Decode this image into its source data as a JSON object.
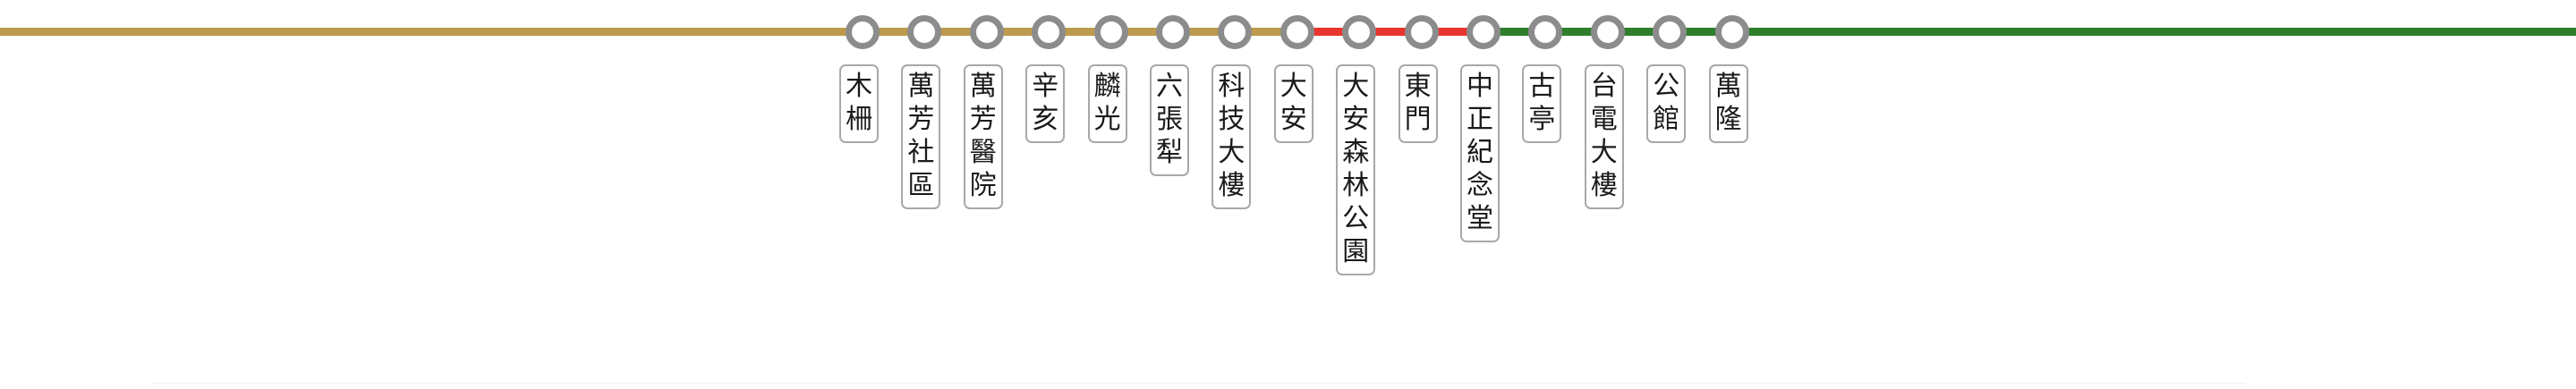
{
  "colors": {
    "wenhu_line": "#BD9A4D",
    "bannan_line": "#E8352C",
    "songshan_xindian_line": "#2F7E2C",
    "station_ring": "#8C8C8C",
    "label_border": "#A8A8A8"
  },
  "segments": [
    {
      "line": "wenhu_line",
      "from": "start",
      "to": 9
    },
    {
      "line": "bannan_line",
      "from": 7,
      "to": 10
    },
    {
      "line": "songshan_xindian_line",
      "from": 10,
      "to": "end"
    }
  ],
  "stations": [
    {
      "name": "木柵"
    },
    {
      "name": "萬芳社區"
    },
    {
      "name": "萬芳醫院"
    },
    {
      "name": "辛亥"
    },
    {
      "name": "麟光"
    },
    {
      "name": "六張犁"
    },
    {
      "name": "科技大樓"
    },
    {
      "name": "大安"
    },
    {
      "name": "大安森林公園"
    },
    {
      "name": "東門"
    },
    {
      "name": "中正紀念堂"
    },
    {
      "name": "古亭"
    },
    {
      "name": "台電大樓"
    },
    {
      "name": "公館"
    },
    {
      "name": "萬隆"
    }
  ]
}
